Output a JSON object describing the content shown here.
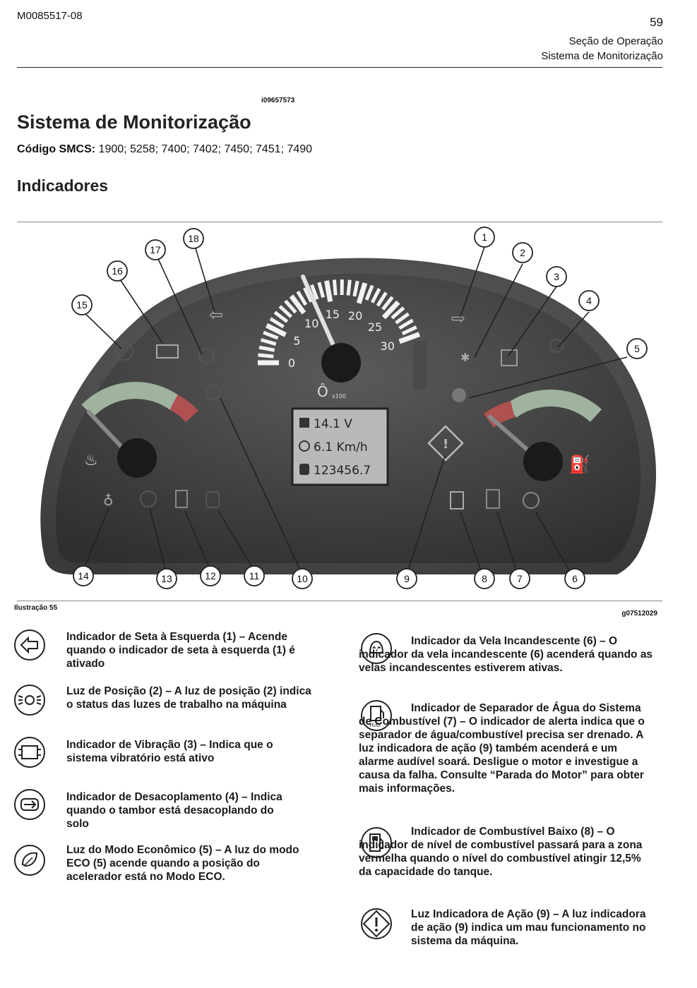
{
  "header": {
    "doc_code": "M0085517-08",
    "page_number": "59",
    "section": "Seção de Operação",
    "subsection": "Sistema de Monitorização"
  },
  "ref_id": "i09657573",
  "title": "Sistema de Monitorização",
  "smcs_label": "Código SMCS:",
  "smcs_codes": "1900; 5258; 7400; 7402; 7450; 7451; 7490",
  "subtitle": "Indicadores",
  "illustration": {
    "label": "Ilustração 55",
    "code": "g07512029",
    "speed_ticks": [
      "0",
      "5",
      "10",
      "15",
      "20",
      "25",
      "30"
    ],
    "rpm_unit": "x100",
    "lcd": [
      "14.1 V",
      "6.1 Km/h",
      "123456.7"
    ],
    "callouts": [
      "1",
      "2",
      "3",
      "4",
      "5",
      "6",
      "7",
      "8",
      "9",
      "10",
      "11",
      "12",
      "13",
      "14",
      "15",
      "16",
      "17",
      "18"
    ]
  },
  "entries_left": [
    {
      "icon": "left-arrow-icon",
      "text": "Indicador de Seta à Esquerda (1) – Acende quando o indicador de seta à esquerda (1) é ativado"
    },
    {
      "icon": "work-lights-icon",
      "text": "Luz de Posição (2) – A luz de posição (2) indica o status das luzes de trabalho na máquina"
    },
    {
      "icon": "vibration-icon",
      "text": "Indicador de Vibração (3) – Indica que o sistema vibratório está ativo"
    },
    {
      "icon": "decoupling-icon",
      "text": "Indicador de Desacoplamento (4) – Indica quando o tambor está desacoplando do solo"
    },
    {
      "icon": "eco-leaf-icon",
      "text": "Luz do Modo Econômico (5) – A luz do modo ECO (5) acende quando a posição do acelerador está no Modo ECO."
    }
  ],
  "entries_right": [
    {
      "icon": "glow-plug-icon",
      "text": "Indicador da Vela Incandescente (6) – O indicador da vela incandescente (6) acenderá quando as velas incandescentes estiverem ativas."
    },
    {
      "icon": "water-separator-icon",
      "text": "Indicador de Separador de Água do Sistema de Combustível (7) – O indicador de alerta indica que o separador de água/combustível precisa ser drenado. A luz indicadora de ação (9) também acenderá e um alarme audível soará. Desligue o motor e investigue a causa da falha. Consulte “Parada do Motor” para obter mais informações."
    },
    {
      "icon": "fuel-pump-icon",
      "text": "Indicador de Combustível Baixo (8) – O indicador de nível de combustível passará para a zona vermelha quando o nível do combustível atingir 12,5% da capacidade do tanque."
    },
    {
      "icon": "action-warning-icon",
      "text": "Luz Indicadora de Ação (9) – A luz indicadora de ação (9) indica um mau funcionamento no sistema da máquina."
    }
  ]
}
